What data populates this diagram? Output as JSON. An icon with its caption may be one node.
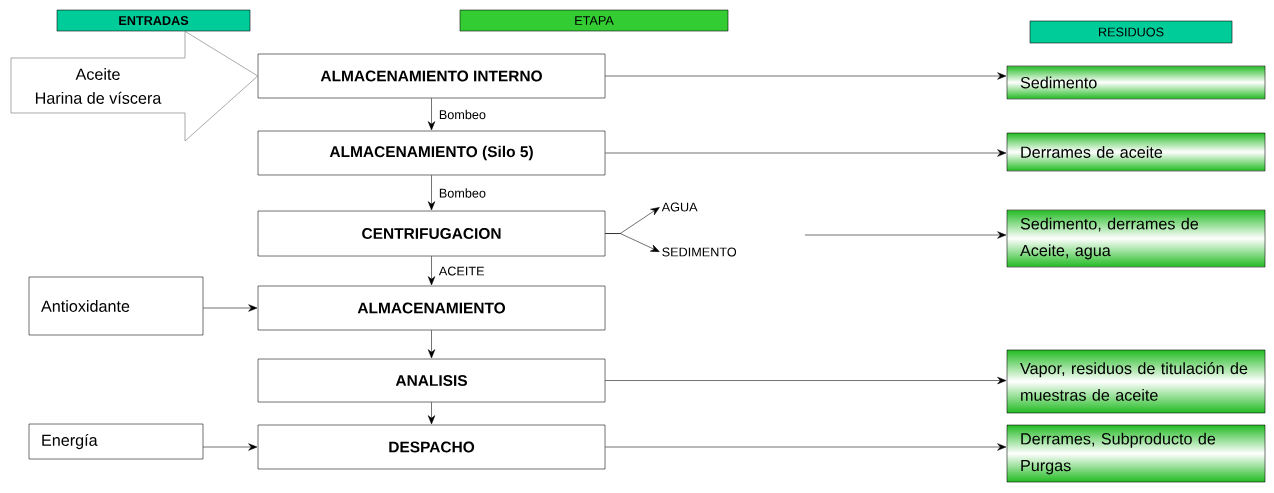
{
  "diagram": {
    "nodes": [
      {
        "text": [
          "ENTRADAS"
        ]
      },
      {
        "text": [
          "ETAPA"
        ]
      },
      {
        "text": [
          "RESIDUOS"
        ]
      },
      {
        "text": [
          "Aceite",
          "Harina de víscera"
        ]
      },
      {
        "text": [
          "ALMACENAMIENTO INTERNO"
        ]
      },
      {
        "text": [
          "ALMACENAMIENTO (Silo 5)"
        ]
      },
      {
        "text": [
          "CENTRIFUGACION"
        ]
      },
      {
        "text": [
          "AGUA"
        ]
      },
      {
        "text": [
          "SEDIMENTO"
        ]
      },
      {
        "text": [
          "Antioxidante"
        ]
      },
      {
        "text": [
          "ALMACENAMIENTO"
        ]
      },
      {
        "text": [
          "ANALISIS"
        ]
      },
      {
        "text": [
          "Energía"
        ]
      },
      {
        "text": [
          "DESPACHO"
        ]
      },
      {
        "text": [
          "Sedimento"
        ]
      },
      {
        "text": [
          "Derrames de aceite"
        ]
      },
      {
        "text": [
          "Sedimento, derrames de Aceite, agua"
        ]
      },
      {
        "text": [
          "Vapor, residuos de titulación de muestras de aceite"
        ]
      },
      {
        "text": [
          "Derrames, Subproducto de Purgas"
        ]
      }
    ],
    "edges": [
      {
        "from": 0,
        "to": 4,
        "arrow": "to"
      },
      {
        "from": 4,
        "to": 5,
        "arrow": "to",
        "label": "Bombeo"
      },
      {
        "from": 5,
        "to": 6,
        "arrow": "to",
        "label": "Bombeo"
      },
      {
        "from": 6,
        "to": 7,
        "arrow": "to"
      },
      {
        "from": 6,
        "to": 8,
        "arrow": "to"
      },
      {
        "from": 6,
        "to": 10,
        "arrow": "to",
        "label": "ACEITE"
      },
      {
        "from": 9,
        "to": 10,
        "arrow": "to"
      },
      {
        "from": 10,
        "to": 11,
        "arrow": "to"
      },
      {
        "from": 11,
        "to": 13,
        "arrow": "to"
      },
      {
        "from": 12,
        "to": 13,
        "arrow": "to"
      },
      {
        "from": 4,
        "to": 14,
        "arrow": "to"
      },
      {
        "from": 5,
        "to": 15,
        "arrow": "to"
      },
      {
        "from": null,
        "to": 16,
        "arrow": "to"
      },
      {
        "from": 11,
        "to": 17,
        "arrow": "to"
      },
      {
        "from": 13,
        "to": 18,
        "arrow": "to"
      }
    ]
  }
}
